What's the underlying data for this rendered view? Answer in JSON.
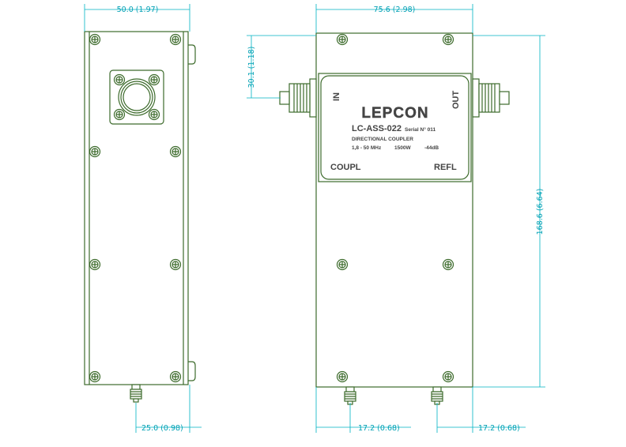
{
  "dimensions": {
    "side_width": "50.0 (1.97)",
    "side_connector_offset": "25.0 (0.98)",
    "front_width": "75.6 (2.98)",
    "front_connector_height": "30.1 (1.18)",
    "front_height": "168.6 (6.64)",
    "front_left_port_offset": "17.2 (0.68)",
    "front_right_port_offset": "17.2 (0.68)"
  },
  "label_plate": {
    "brand": "LEPCON",
    "model": "LC-ASS-022",
    "serial": "Serial N° 011",
    "description": "DIRECTIONAL COUPLER",
    "frequency": "1,8 - 50 MHz",
    "power": "1500W",
    "coupling": "-44dB",
    "port_in": "IN",
    "port_out": "OUT",
    "port_coupl": "COUPL",
    "port_refl": "REFL"
  },
  "colors": {
    "outline": "#3d6b2c",
    "dimension": "#00b4c4"
  }
}
